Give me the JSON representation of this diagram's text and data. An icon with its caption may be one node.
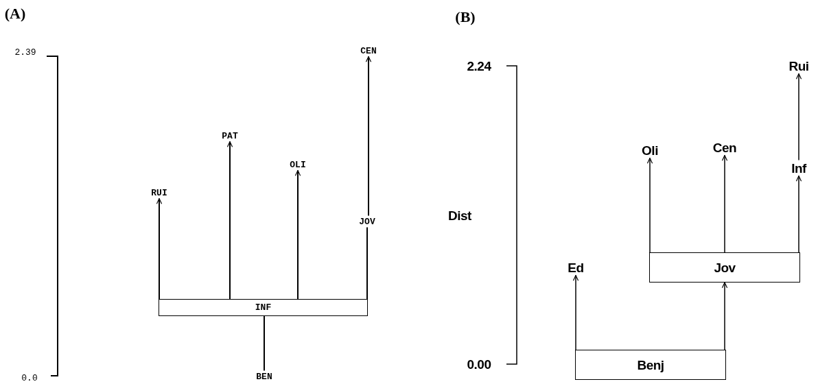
{
  "diagram": {
    "nodes": [
      {
        "text": [
          "CEN"
        ]
      },
      {
        "text": [
          "PAT"
        ]
      },
      {
        "text": [
          "OLI"
        ]
      },
      {
        "text": [
          "RUI"
        ]
      },
      {
        "text": [
          "JOV"
        ]
      },
      {
        "text": [
          "INF"
        ]
      },
      {
        "text": [
          "BEN"
        ]
      },
      {
        "text": [
          "Rui"
        ]
      },
      {
        "text": [
          "Oli"
        ]
      },
      {
        "text": [
          "Cen"
        ]
      },
      {
        "text": [
          "Inf"
        ]
      },
      {
        "text": [
          "Ed"
        ]
      },
      {
        "text": [
          "Jov"
        ]
      },
      {
        "text": [
          "Benj"
        ]
      }
    ],
    "edges": [
      {
        "from": 6,
        "to": 5,
        "arrow": "none"
      },
      {
        "from": 5,
        "to": 3,
        "arrow": "to"
      },
      {
        "from": 5,
        "to": 1,
        "arrow": "to"
      },
      {
        "from": 5,
        "to": 2,
        "arrow": "to"
      },
      {
        "from": 5,
        "to": 4,
        "arrow": "none"
      },
      {
        "from": 4,
        "to": 0,
        "arrow": "to"
      },
      {
        "from": 13,
        "to": 11,
        "arrow": "to"
      },
      {
        "from": 13,
        "to": 12,
        "arrow": "to"
      },
      {
        "from": 12,
        "to": 8,
        "arrow": "to"
      },
      {
        "from": 12,
        "to": 9,
        "arrow": "to"
      },
      {
        "from": 12,
        "to": 10,
        "arrow": "to"
      },
      {
        "from": 10,
        "to": 7,
        "arrow": "to"
      }
    ],
    "labels": [
      "(A)",
      "(B)",
      "2.39",
      "0.0",
      "2.24",
      "Dist",
      "0.00"
    ]
  }
}
